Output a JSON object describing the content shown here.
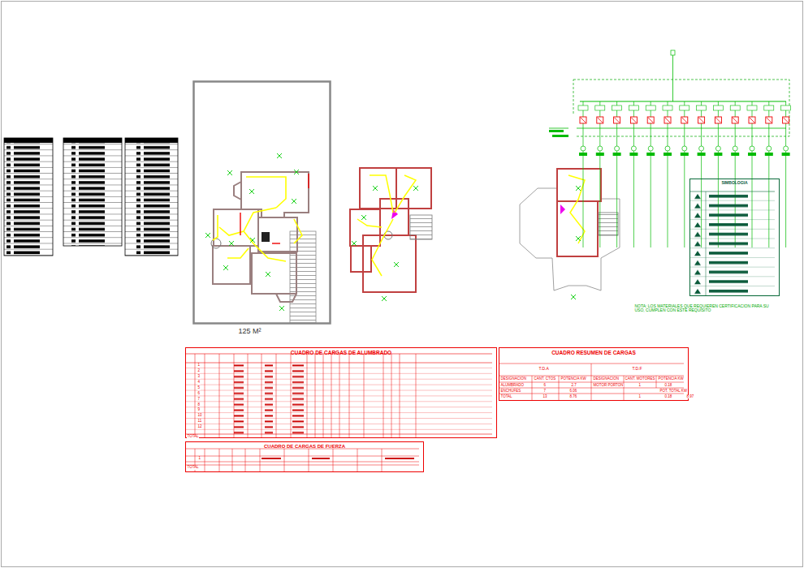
{
  "diagram": {
    "nodes": [
      {
        "text": [
          "CUADRO DE CARGAS DE ALUMBRADO"
        ]
      },
      {
        "text": [
          "CUADRO DE CARGAS DE FUERZA"
        ]
      },
      {
        "text": [
          "CUADRO RESUMEN DE CARGAS"
        ]
      },
      {
        "text": [
          "SIMBOLOGIA"
        ]
      }
    ],
    "labels": [
      "125 M²",
      "NOTA: LOS MATERIALES QUE REQUIEREN CERTIFICACION PARA SU USO, CUMPLEN CON ESTE REQUISITO",
      "T.D.A",
      "T.D.F",
      "DESIGNACION",
      "CANT. CTOS",
      "POTENCIA KW",
      "DESIGNACION",
      "CANT. MOTORES",
      "POTENCIA KW",
      "ALUMBRADO",
      "6",
      "2.7",
      "MOTOR PORTON",
      "1",
      "0.18",
      "ENCHUFES",
      "7",
      "6.06",
      "POT. TOTAL KW",
      "TOTAL",
      "13",
      "8.76",
      "1",
      "0.18",
      "8.97",
      "1",
      "2",
      "3",
      "4",
      "5",
      "6",
      "7",
      "8",
      "9",
      "10",
      "11",
      "12",
      "TOTAL",
      "1",
      "TOTAL"
    ]
  }
}
